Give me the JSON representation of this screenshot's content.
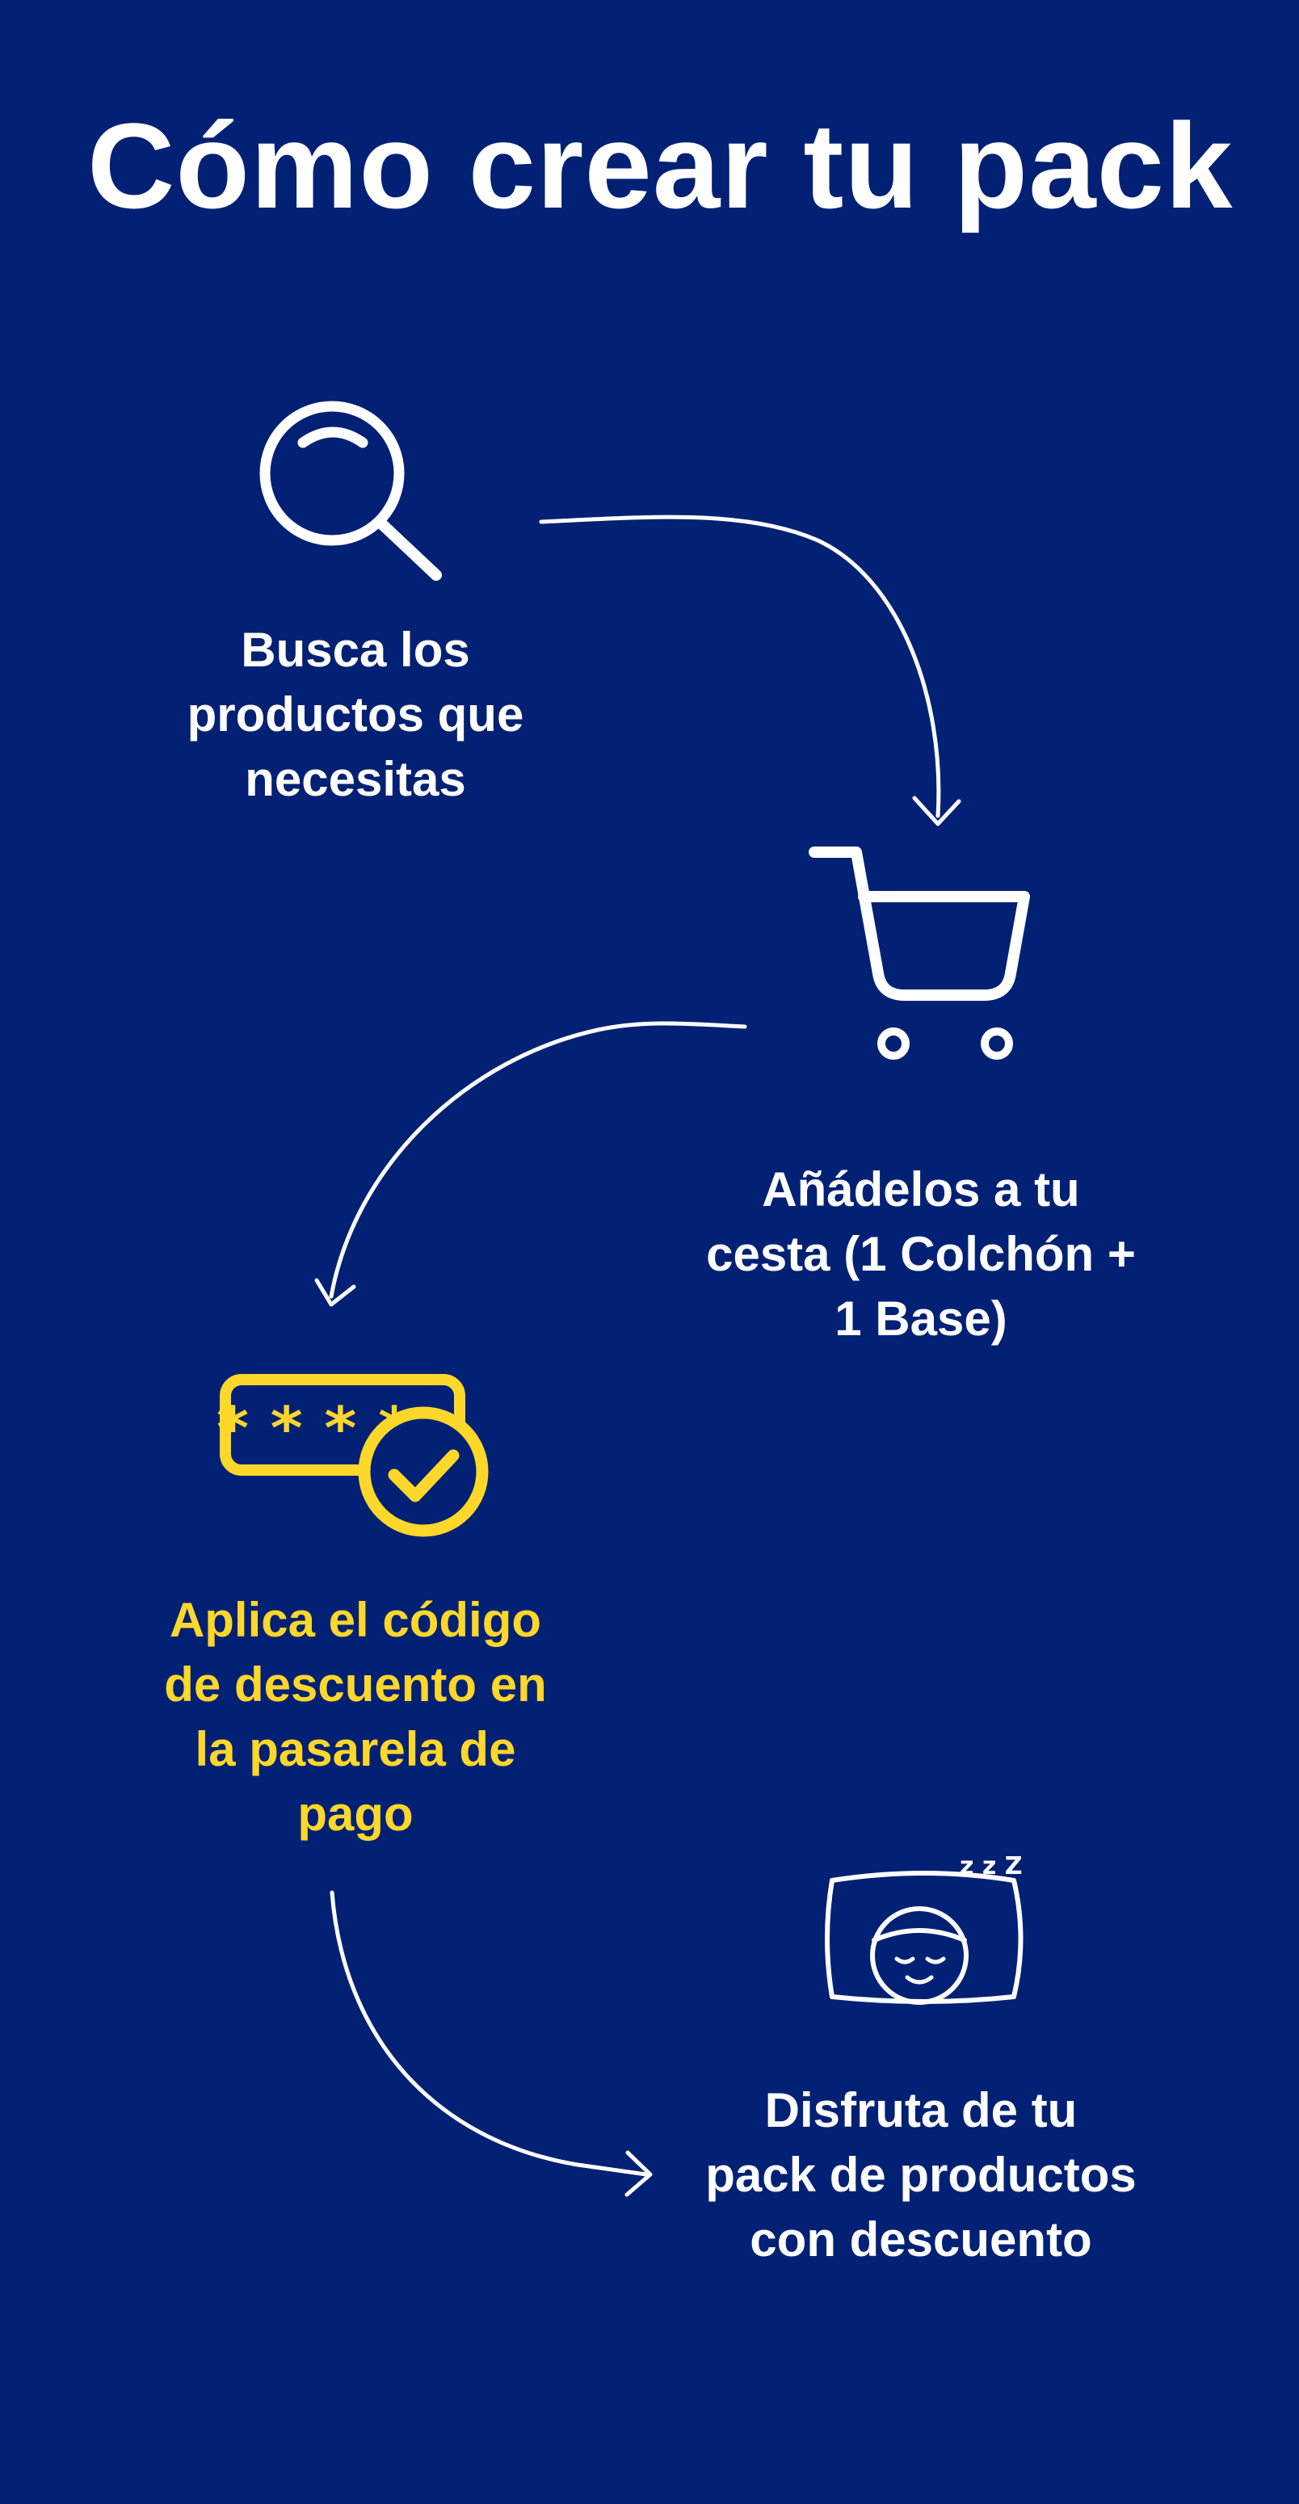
{
  "title": "Cómo crear tu pack",
  "colors": {
    "background": "#032174",
    "foreground": "#ffffff",
    "accent": "#fdd72a"
  },
  "steps": [
    {
      "icon": "search-icon",
      "lines": [
        "Busca los",
        "productos que",
        "necesitas"
      ]
    },
    {
      "icon": "shopping-cart-icon",
      "lines": [
        "Añádelos a tu",
        "cesta (1 Colchón +",
        "1 Base)"
      ]
    },
    {
      "icon": "discount-code-check-icon",
      "icon_text": "* * * *",
      "lines": [
        "Aplica el código",
        "de descuento en",
        "la pasarela de",
        "pago"
      ]
    },
    {
      "icon": "sleeping-pillow-icon",
      "icon_text": "z z Z",
      "lines": [
        "Disfruta de tu",
        "pack de productos",
        "con descuento"
      ]
    }
  ]
}
